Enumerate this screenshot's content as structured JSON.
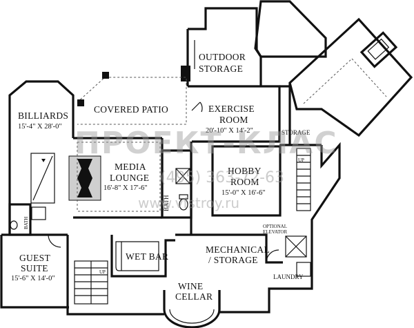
{
  "rooms": {
    "outdoor_storage": {
      "line1": "OUTDOOR",
      "line2": "STORAGE"
    },
    "covered_patio": {
      "name": "COVERED PATIO"
    },
    "exercise": {
      "line1": "EXERCISE",
      "line2": "ROOM",
      "dims": "20'-10\" X 14'-2\""
    },
    "storage": {
      "name": "STORAGE"
    },
    "billiards": {
      "name": "BILLIARDS",
      "dims": "15'-4\" X 28'-0\""
    },
    "media": {
      "line1": "MEDIA",
      "line2": "LOUNGE",
      "dims": "16'-8\" X 17'-6\""
    },
    "hobby": {
      "line1": "HOBBY",
      "line2": "ROOM",
      "dims": "15'-0\" X 16'-6\""
    },
    "bath_left": {
      "name": "BATH"
    },
    "bath_mid": {
      "name": "BATH"
    },
    "guest": {
      "line1": "GUEST",
      "line2": "SUITE",
      "dims": "15'-6\" X 14'-0\""
    },
    "wet_bar": {
      "name": "WET BAR"
    },
    "wine": {
      "line1": "WINE",
      "line2": "CELLAR"
    },
    "mechanical": {
      "line1": "MECHANICAL",
      "line2": "/ STORAGE"
    },
    "elevator": {
      "line1": "OPTIONAL",
      "line2": "ELEVATOR"
    },
    "laundry": {
      "name": "LAUNDRY"
    }
  },
  "stairs": {
    "up_right": "UP",
    "up_left": "UP"
  },
  "watermark": {
    "brand": "ПРОЕКТ-КЛАС",
    "phone": "(495) 363-72-63",
    "url": "www.vfstroy.ru"
  }
}
